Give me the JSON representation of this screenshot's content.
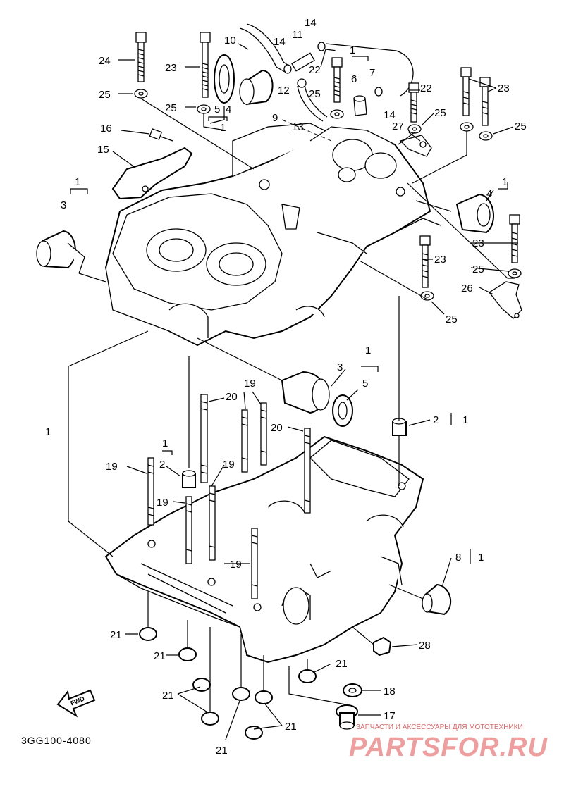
{
  "diagram": {
    "drawing_code": "3GG100-4080",
    "fwd_label": "FWD",
    "watermark_tagline": "ЗАПЧАСТИ И АКСЕССУАРЫ ДЛЯ МОТОТЕХНИКИ",
    "watermark_brand": "PARTSFOR.RU",
    "callouts": [
      "1",
      "2",
      "3",
      "4",
      "5",
      "6",
      "7",
      "8",
      "9",
      "10",
      "11",
      "12",
      "13",
      "14",
      "15",
      "16",
      "17",
      "18",
      "19",
      "20",
      "21",
      "22",
      "23",
      "24",
      "25",
      "26",
      "27",
      "28"
    ]
  }
}
